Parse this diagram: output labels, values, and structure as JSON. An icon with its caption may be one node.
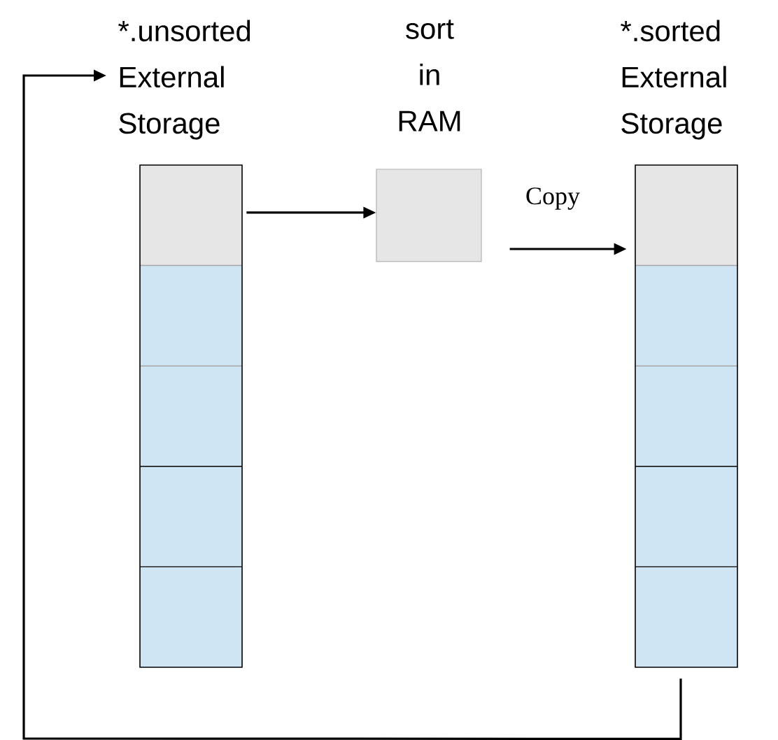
{
  "diagram": {
    "nodes": [
      {
        "text": [
          "*.unsorted External Storage"
        ]
      },
      {
        "text": [
          "sort in RAM"
        ]
      },
      {
        "text": [
          "*.sorted External Storage"
        ]
      }
    ],
    "edges": [
      {
        "from": 0,
        "to": 1,
        "arrow": "to"
      },
      {
        "from": 1,
        "to": 2,
        "arrow": "to",
        "label": "Copy"
      },
      {
        "from": 2,
        "to": 0,
        "arrow": "to"
      }
    ]
  }
}
